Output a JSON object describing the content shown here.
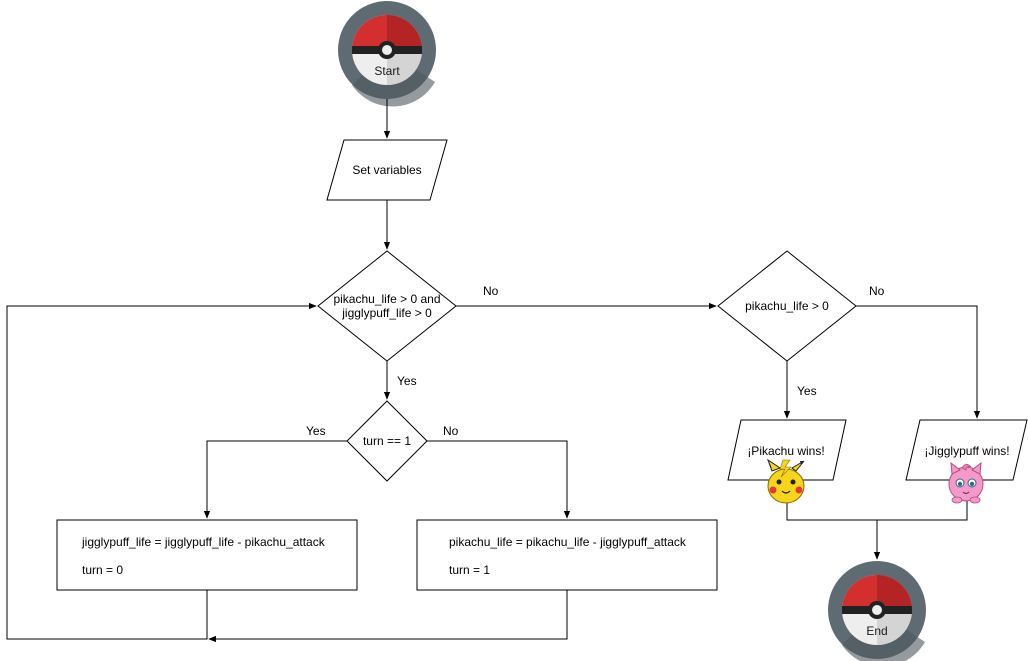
{
  "nodes": {
    "start": {
      "label": "Start"
    },
    "set_variables": {
      "label": "Set variables"
    },
    "loop_condition": {
      "line1": "pikachu_life > 0 and",
      "line2": "jigglypuff_life > 0"
    },
    "turn_check": {
      "label": "turn == 1"
    },
    "pikachu_attack": {
      "line1": "jigglypuff_life  = jigglypuff_life  - pikachu_attack",
      "line2": "turn = 0"
    },
    "jigglypuff_attack": {
      "line1": "pikachu_life = pikachu_life - jigglypuff_attack",
      "line2": "turn = 1"
    },
    "winner_check": {
      "label": "pikachu_life > 0"
    },
    "pikachu_wins": {
      "label": "¡Pikachu wins!"
    },
    "jigglypuff_wins": {
      "label": "¡Jigglypuff wins!"
    },
    "end": {
      "label": "End"
    }
  },
  "edge_labels": {
    "loop_no": "No",
    "loop_yes": "Yes",
    "turn_yes": "Yes",
    "turn_no": "No",
    "winner_yes": "Yes",
    "winner_no": "No"
  },
  "colors": {
    "pokeball_red": "#d32f2f",
    "pokeball_dark_red": "#a11d1d",
    "pokeball_white": "#eeeeee",
    "pokeball_border": "#5f6b73",
    "pokeball_band": "#222222",
    "pikachu_yellow": "#f7d51d",
    "jigglypuff_pink": "#f59ac8"
  },
  "icons": [
    "pokeball-start-icon",
    "pokeball-end-icon",
    "pikachu-icon",
    "jigglypuff-icon"
  ]
}
